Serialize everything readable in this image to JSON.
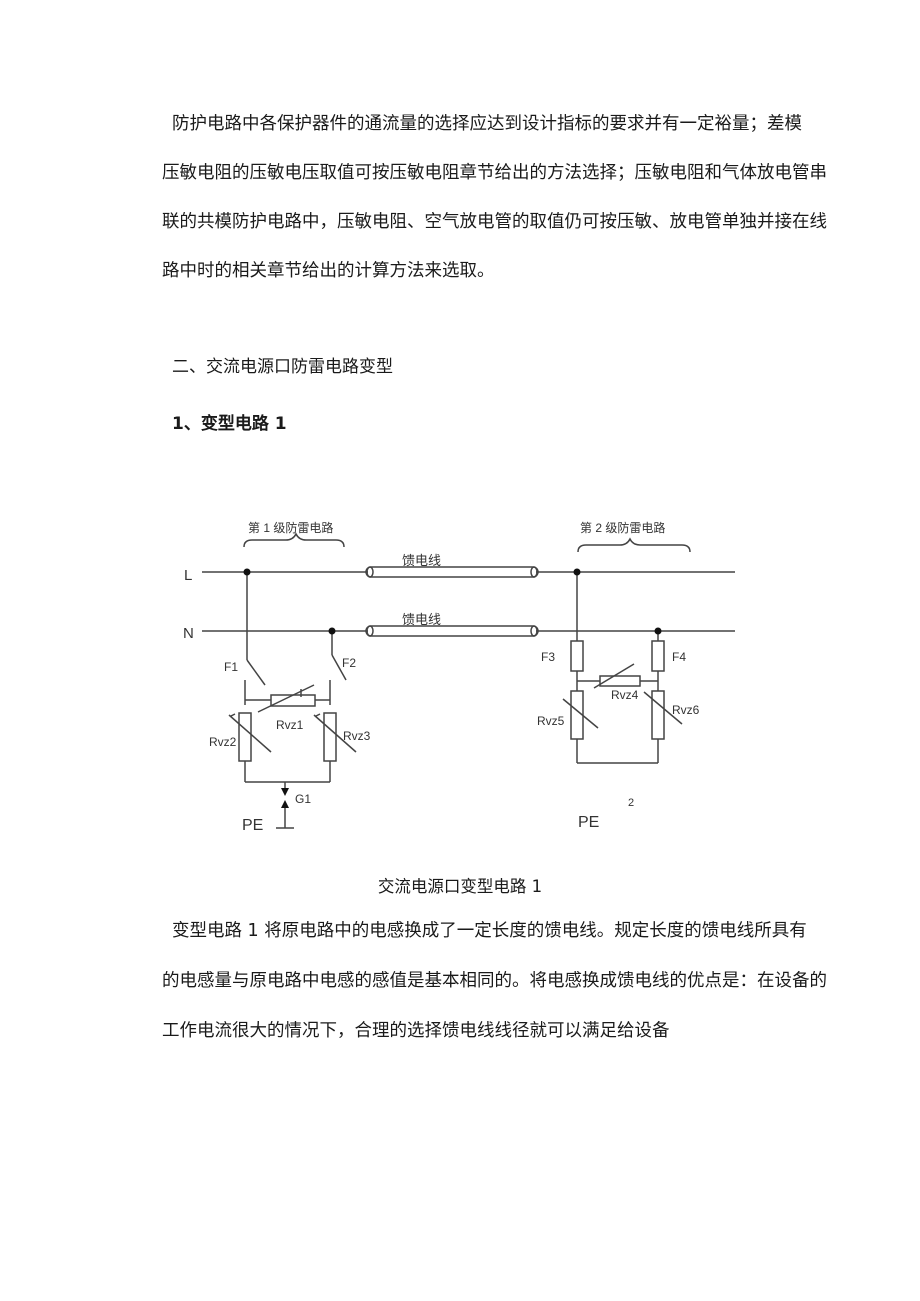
{
  "paragraph1": {
    "lines": [
      "防护电路中各保护器件的通流量的选择应达到设计指标的要求并有一定裕量；差模",
      "压敏电阻的压敏电压取值可按压敏电阻章节给出的方法选择；压敏电阻和气体放电管串",
      "联的共模防护电路中，压敏电阻、空气放电管的取值仍可按压敏、放电管单独并接在线",
      "路中时的相关章节给出的计算方法来选取。"
    ]
  },
  "section_heading": "二、交流电源口防雷电路变型",
  "subheading": "1、变型电路 1",
  "diagram": {
    "stage1_label": "第 1 级防雷电路",
    "stage2_label": "第 2 级防雷电路",
    "feeder_label": "馈电线",
    "line_L": "L",
    "line_N": "N",
    "F1": "F1",
    "F2": "F2",
    "F3": "F3",
    "F4": "F4",
    "Rvz1": "Rvz1",
    "Rvz2": "Rvz2",
    "Rvz3": "Rvz3",
    "Rvz4": "Rvz4",
    "Rvz5": "Rvz5",
    "Rvz6": "Rvz6",
    "G1": "G1",
    "PE_left": "PE",
    "PE_right": "PE",
    "stray_mark": "2"
  },
  "caption": "交流电源口变型电路 1",
  "paragraph2": {
    "lines": [
      "变型电路 1 将原电路中的电感换成了一定长度的馈电线。规定长度的馈电线所具有",
      "的电感量与原电路中电感的感值是基本相同的。将电感换成馈电线的优点是：在设备的",
      "工作电流很大的情况下，合理的选择馈电线线径就可以满足给设备"
    ]
  }
}
